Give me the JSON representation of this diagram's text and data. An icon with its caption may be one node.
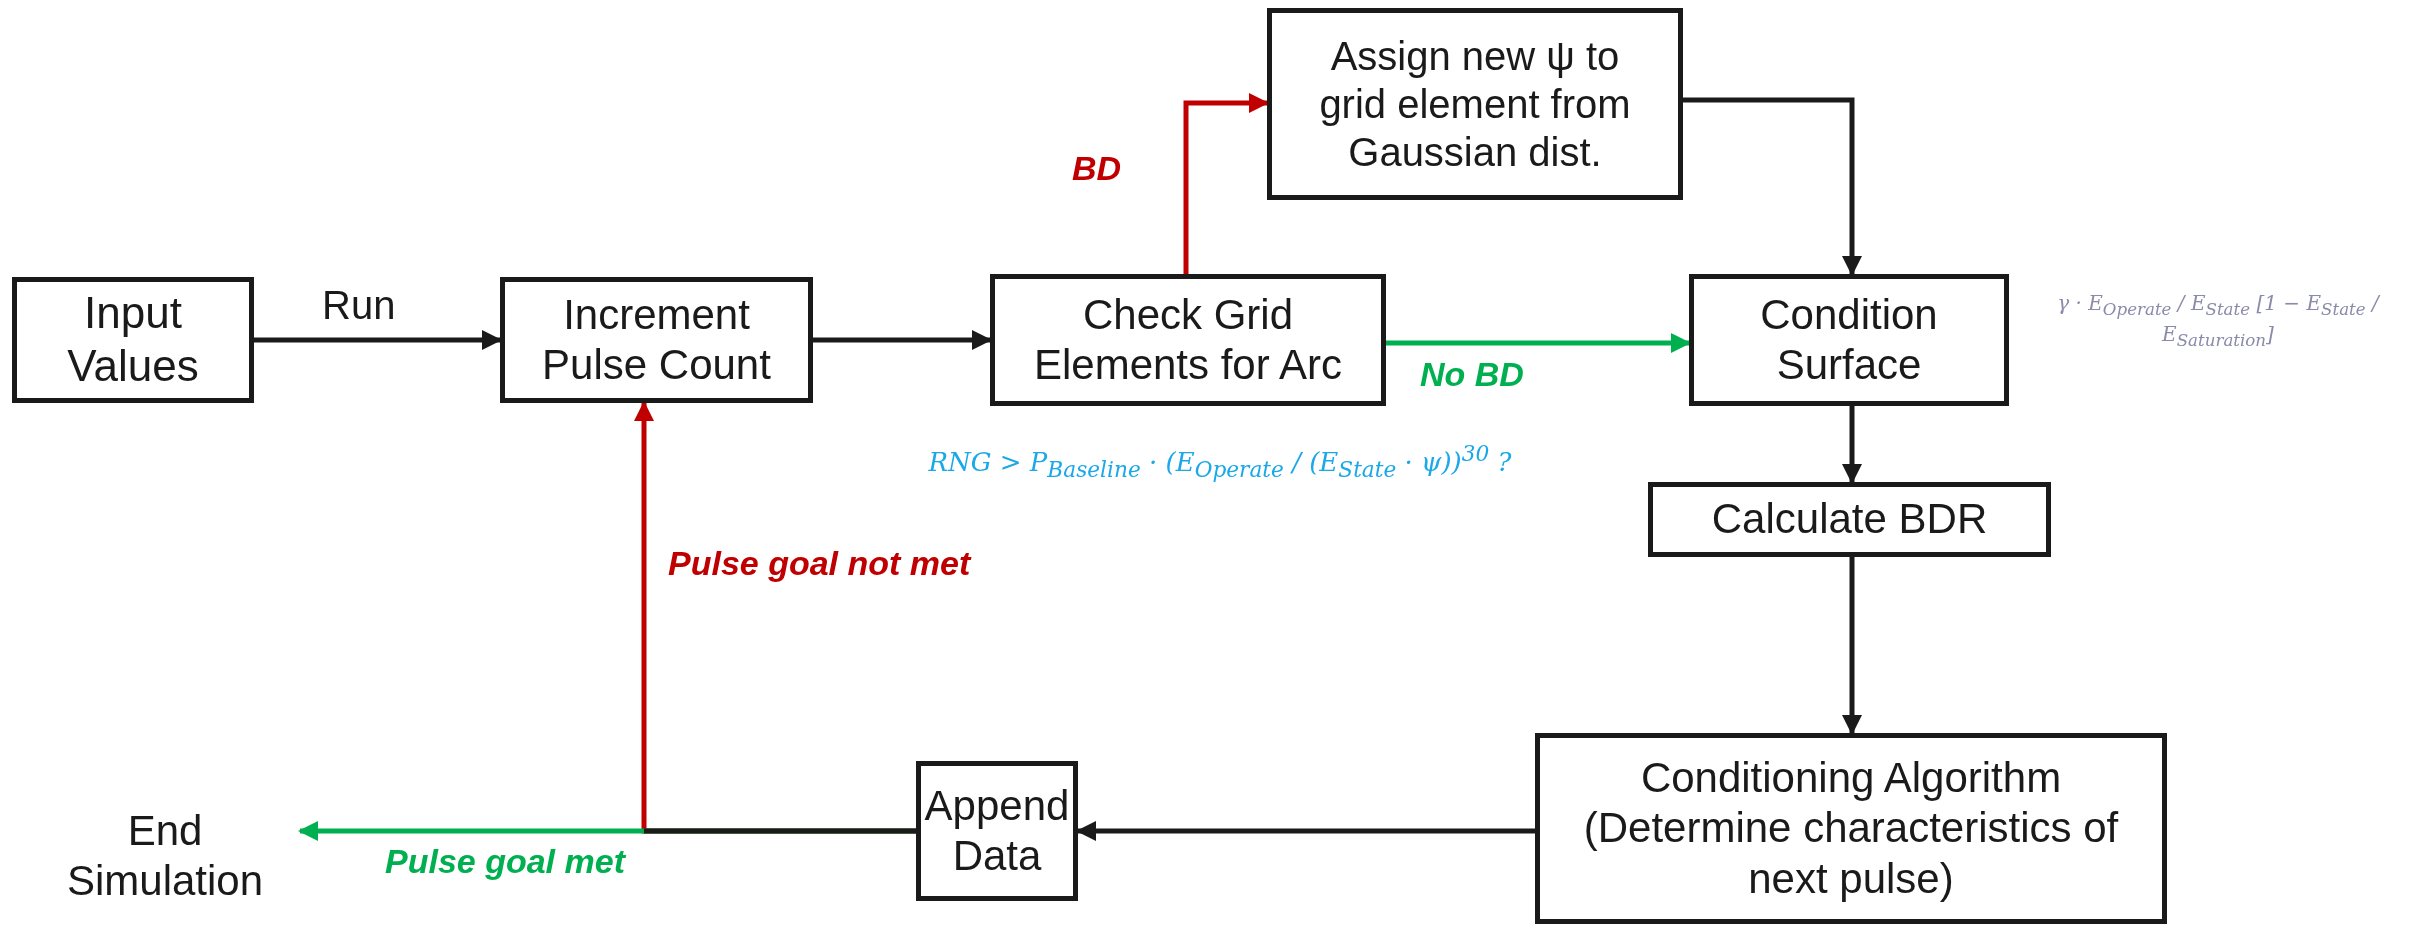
{
  "diagram": {
    "nodes": [
      {
        "text": [
          "Input Values"
        ]
      },
      {
        "text": [
          "Increment Pulse Count"
        ]
      },
      {
        "text": [
          "Check Grid Elements for Arc"
        ]
      },
      {
        "text": [
          "Assign new ψ to grid element from Gaussian dist."
        ]
      },
      {
        "text": [
          "Condition Surface"
        ]
      },
      {
        "text": [
          "Calculate BDR"
        ]
      },
      {
        "text": [
          "Conditioning Algorithm (Determine characteristics of next pulse)"
        ]
      },
      {
        "text": [
          "Append Data"
        ]
      },
      {
        "text": [
          "End Simulation"
        ]
      }
    ],
    "edges": [
      {
        "from": 0,
        "to": 1,
        "arrow": "to",
        "label": "Run"
      },
      {
        "from": 1,
        "to": 2,
        "arrow": "to"
      },
      {
        "from": 2,
        "to": 3,
        "arrow": "to",
        "label": "BD",
        "color": "#c00000"
      },
      {
        "from": 2,
        "to": 4,
        "arrow": "to",
        "label": "No BD",
        "color": "#00b050"
      },
      {
        "from": 3,
        "to": 4,
        "arrow": "to"
      },
      {
        "from": 4,
        "to": 5,
        "arrow": "to"
      },
      {
        "from": 5,
        "to": 6,
        "arrow": "to"
      },
      {
        "from": 6,
        "to": 7,
        "arrow": "to"
      },
      {
        "from": 7,
        "to": 1,
        "arrow": "to",
        "label": "Pulse goal not met",
        "color": "#c00000"
      },
      {
        "from": 7,
        "to": 8,
        "arrow": "to",
        "label": "Pulse goal met",
        "color": "#00b050"
      }
    ],
    "labels": [
      "RNG > P$_{Baseline}$ · (E$_{Operate}$ / (E$_{State}$ · ψ))$^{30}$ ?",
      "γ · E$_{Operate}$ / E$_{State}$ [1 − E$_{State}$ / E$_{Saturation}$]"
    ]
  }
}
